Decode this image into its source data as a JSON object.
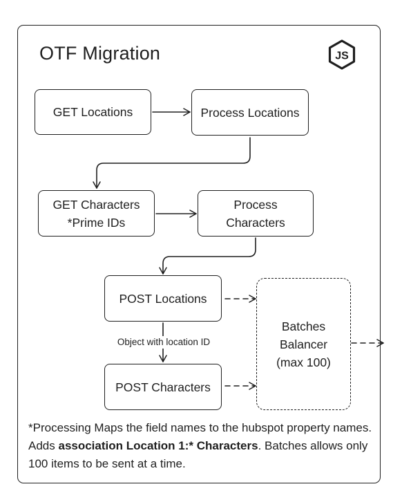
{
  "diagram": {
    "title": "OTF Migration",
    "logo_icon": "nodejs-logo-icon",
    "logo_text": "JS",
    "nodes": {
      "get_locations": "GET Locations",
      "process_locations": "Process Locations",
      "get_characters_line1": "GET Characters",
      "get_characters_line2": "*Prime IDs",
      "process_characters_line1": "Process",
      "process_characters_line2": "Characters",
      "post_locations": "POST Locations",
      "post_characters": "POST Characters",
      "batches_balancer_line1": "Batches",
      "batches_balancer_line2": "Balancer",
      "batches_balancer_line3": "(max 100)"
    },
    "edge_labels": {
      "post_locations_to_post_characters": "Object with location ID"
    },
    "footnote": {
      "part1": "*Processing Maps the field names to the hubspot property names. Adds ",
      "bold": "association Location 1:* Characters",
      "part2": ". Batches allows only 100 items to be sent at a time."
    },
    "colors": {
      "stroke": "#1e1e1e",
      "background": "#ffffff"
    }
  }
}
